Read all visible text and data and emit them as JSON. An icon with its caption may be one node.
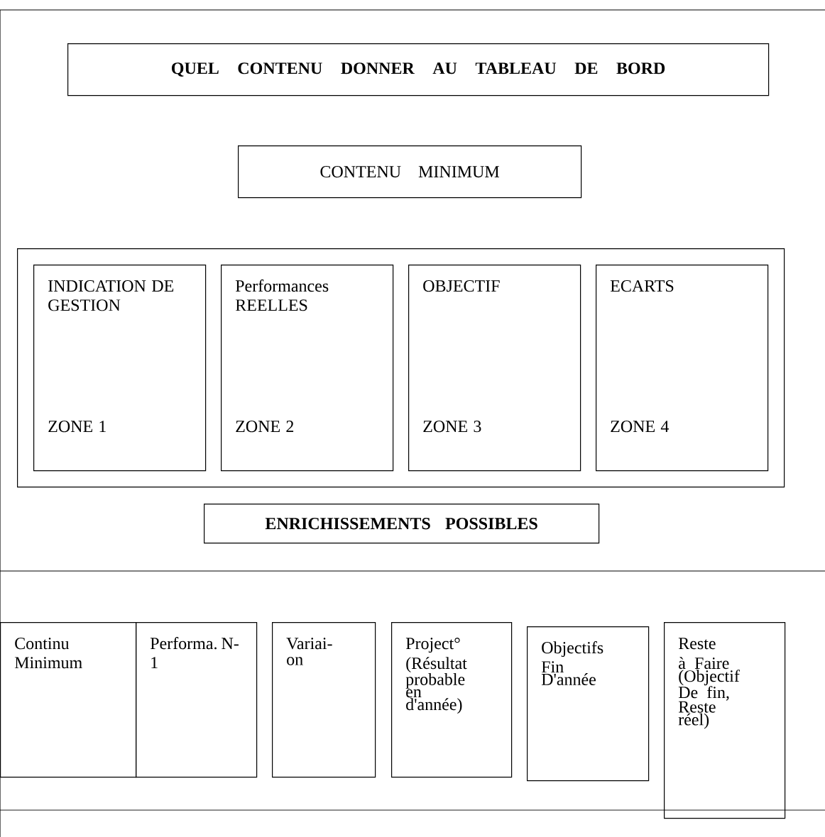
{
  "diagram": {
    "nodes": [
      {
        "text": [
          "QUEL CONTENU DONNER AU TABLEAU DE BORD"
        ]
      },
      {
        "text": [
          "CONTENU MINIMUM"
        ]
      },
      {
        "text": [],
        "shape": "box"
      },
      {
        "text": [
          "INDICATION DE GESTION",
          "ZONE 1"
        ],
        "in": 2
      },
      {
        "text": [
          "Performances REELLES",
          "ZONE 2"
        ],
        "in": 2
      },
      {
        "text": [
          "OBJECTIF",
          "ZONE 3"
        ],
        "in": 2
      },
      {
        "text": [
          "ECARTS",
          "ZONE 4"
        ],
        "in": 2
      },
      {
        "text": [
          "ENRICHISSEMENTS POSSIBLES"
        ]
      },
      {
        "text": [
          "Continu Minimum"
        ]
      },
      {
        "text": [
          "Performa. N-1"
        ]
      },
      {
        "text": [
          "Variai- on"
        ]
      },
      {
        "text": [
          "Project° (Résultat probable en d'année)"
        ]
      },
      {
        "text": [
          "Objectifs Fin D'année"
        ]
      },
      {
        "text": [
          "Reste à Faire (Objectif De fin, Reste réel)"
        ]
      }
    ],
    "edges": []
  }
}
